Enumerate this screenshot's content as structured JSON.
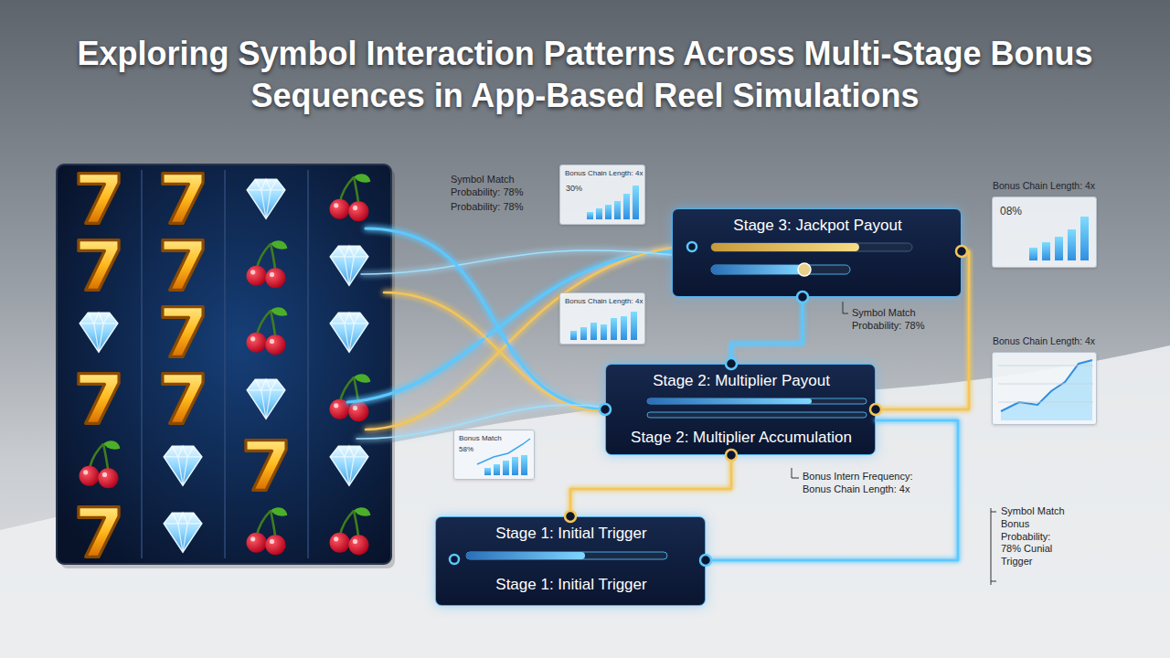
{
  "diagram": {
    "title": "Exploring Symbol Interaction Patterns Across Multi-Stage Bonus Sequences in App-Based Reel Simulations",
    "nodes": [
      {
        "text": [
          "Bonus Chain Length: 4x",
          "30%"
        ]
      },
      {
        "text": [
          "Bonus Chain Length: 4x",
          "08%"
        ]
      },
      {
        "text": [
          "Stage 3: Jackpot Payout"
        ]
      },
      {
        "text": [
          "Bonus Chain Length: 4x"
        ]
      },
      {
        "text": [
          "Bonus Chain Length: 4x"
        ]
      },
      {
        "text": [
          "Stage 2: Multiplier Payout",
          "Stage 2: Multiplier Accumulation"
        ]
      },
      {
        "text": [
          "Bonus Match",
          "58%"
        ]
      },
      {
        "text": [
          "Stage 1: Initial Trigger",
          "Stage 1: Initial Trigger"
        ]
      }
    ],
    "edges": [
      {
        "from": 7,
        "to": 5,
        "arrow": "none"
      },
      {
        "from": 5,
        "to": 2,
        "arrow": "none"
      },
      {
        "from": 2,
        "to": 5,
        "arrow": "none"
      },
      {
        "from": 7,
        "to": 5,
        "arrow": "none"
      }
    ],
    "labels": [
      "Symbol Match Probability: 78%",
      "Probability: 78%",
      "Symbol Match Probability: 78%",
      "Bonus Intern Frequency: Bonus Chain Length: 4x",
      "Symbol Match Bonus Probability: 78% Cunial Trigger"
    ]
  }
}
